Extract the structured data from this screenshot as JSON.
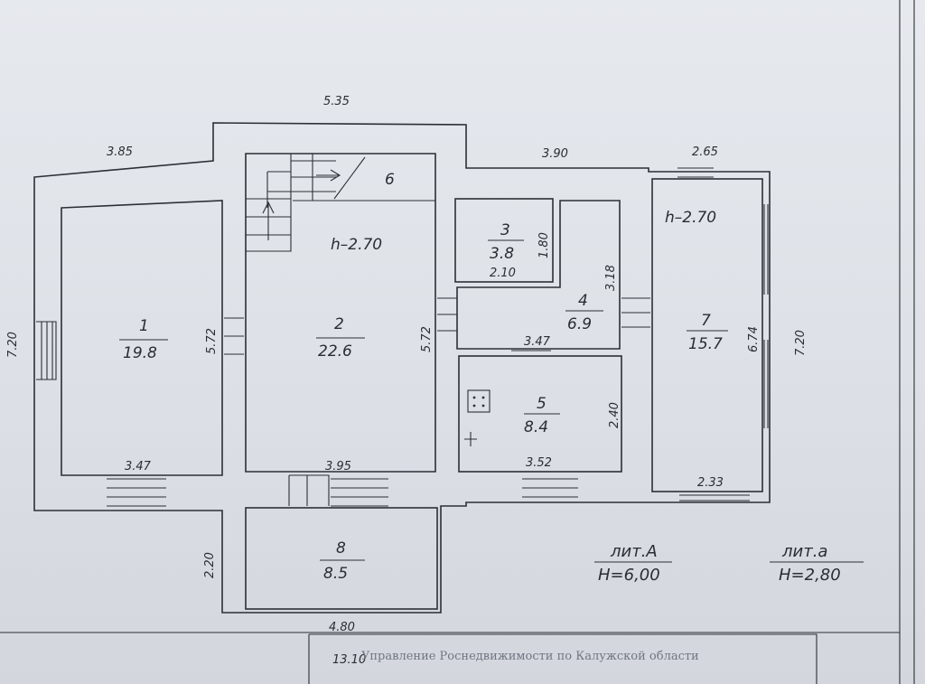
{
  "dimensions": {
    "top_center": "5.35",
    "top_left": "3.85",
    "top_mid_right": "3.90",
    "top_right": "2.65",
    "left_side": "7.20",
    "right_side": "7.20",
    "lower_left": "2.20",
    "bottom": "4.80",
    "bottom_overall": "13.10"
  },
  "heights": {
    "main_room": "h–2.70",
    "right_room": "h–2.70"
  },
  "rooms": [
    {
      "number": "1",
      "area": "19.8"
    },
    {
      "number": "2",
      "area": "22.6"
    },
    {
      "number": "3",
      "area": "3.8"
    },
    {
      "number": "4",
      "area": "6.9"
    },
    {
      "number": "5",
      "area": "8.4"
    },
    {
      "number": "6",
      "area": ""
    },
    {
      "number": "7",
      "area": "15.7"
    },
    {
      "number": "8",
      "area": "8.5"
    }
  ],
  "room_dims": {
    "r1_left": "5.72",
    "r1_bottom": "3.47",
    "r2_right": "5.72",
    "r2_bottom": "3.95",
    "r3_right": "1.80",
    "r3_bottom": "2.10",
    "r4_right": "3.18",
    "r4_bottom": "3.47",
    "r5_right": "2.40",
    "r5_bottom": "3.52",
    "r7_right": "6.74",
    "r7_bottom": "2.33"
  },
  "liters": [
    {
      "name": "лит.А",
      "height": "Н=6,00"
    },
    {
      "name": "лит.а",
      "height": "Н=2,80"
    }
  ],
  "stamp": {
    "text": "Управление Роснедвижимости по Калужской области"
  }
}
